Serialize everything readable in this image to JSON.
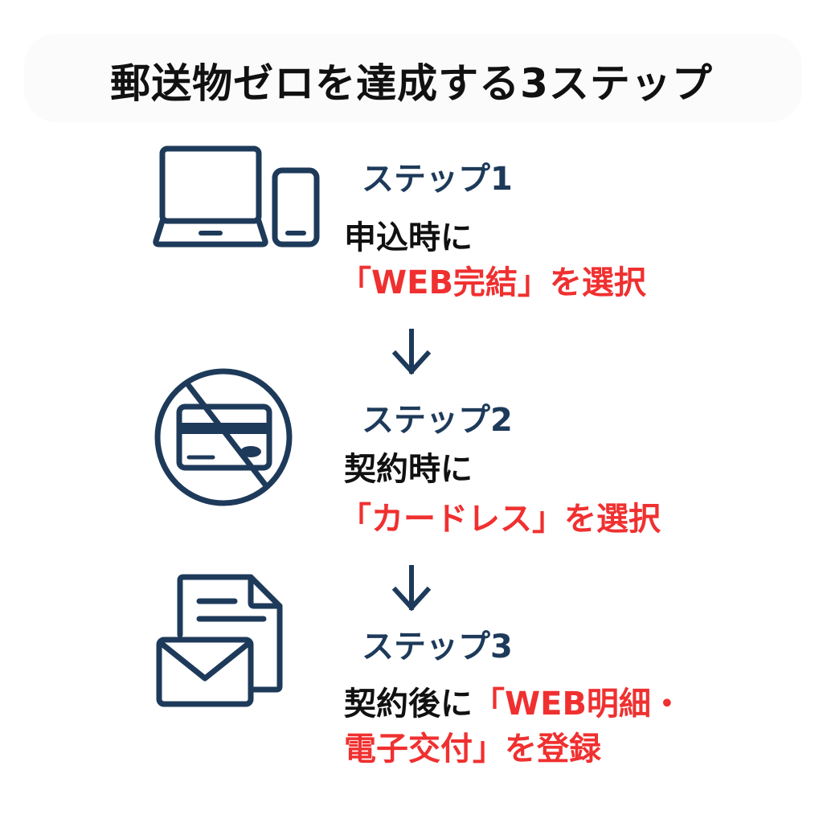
{
  "title": "郵送物ゼロを達成する3ステップ",
  "colors": {
    "icon": "#1e3a5a",
    "step_label": "#1e3a5a",
    "body_text": "#111111",
    "accent_red": "#f03030",
    "background": "#ffffff"
  },
  "steps": [
    {
      "icon": "laptop-and-phone-icon",
      "label": "ステップ1",
      "line1_black": "申込時に",
      "line2_red": "「WEB完結」を選択"
    },
    {
      "icon": "no-credit-card-icon",
      "label": "ステップ2",
      "line1_black": "契約時に",
      "line2_red": "「カードレス」を選択"
    },
    {
      "icon": "document-and-envelope-icon",
      "label": "ステップ3",
      "line1_black": "契約後に",
      "line1_red": "「WEB明細・",
      "line2_red": "電子交付」を登録"
    }
  ],
  "arrows": [
    "down-arrow",
    "down-arrow"
  ]
}
